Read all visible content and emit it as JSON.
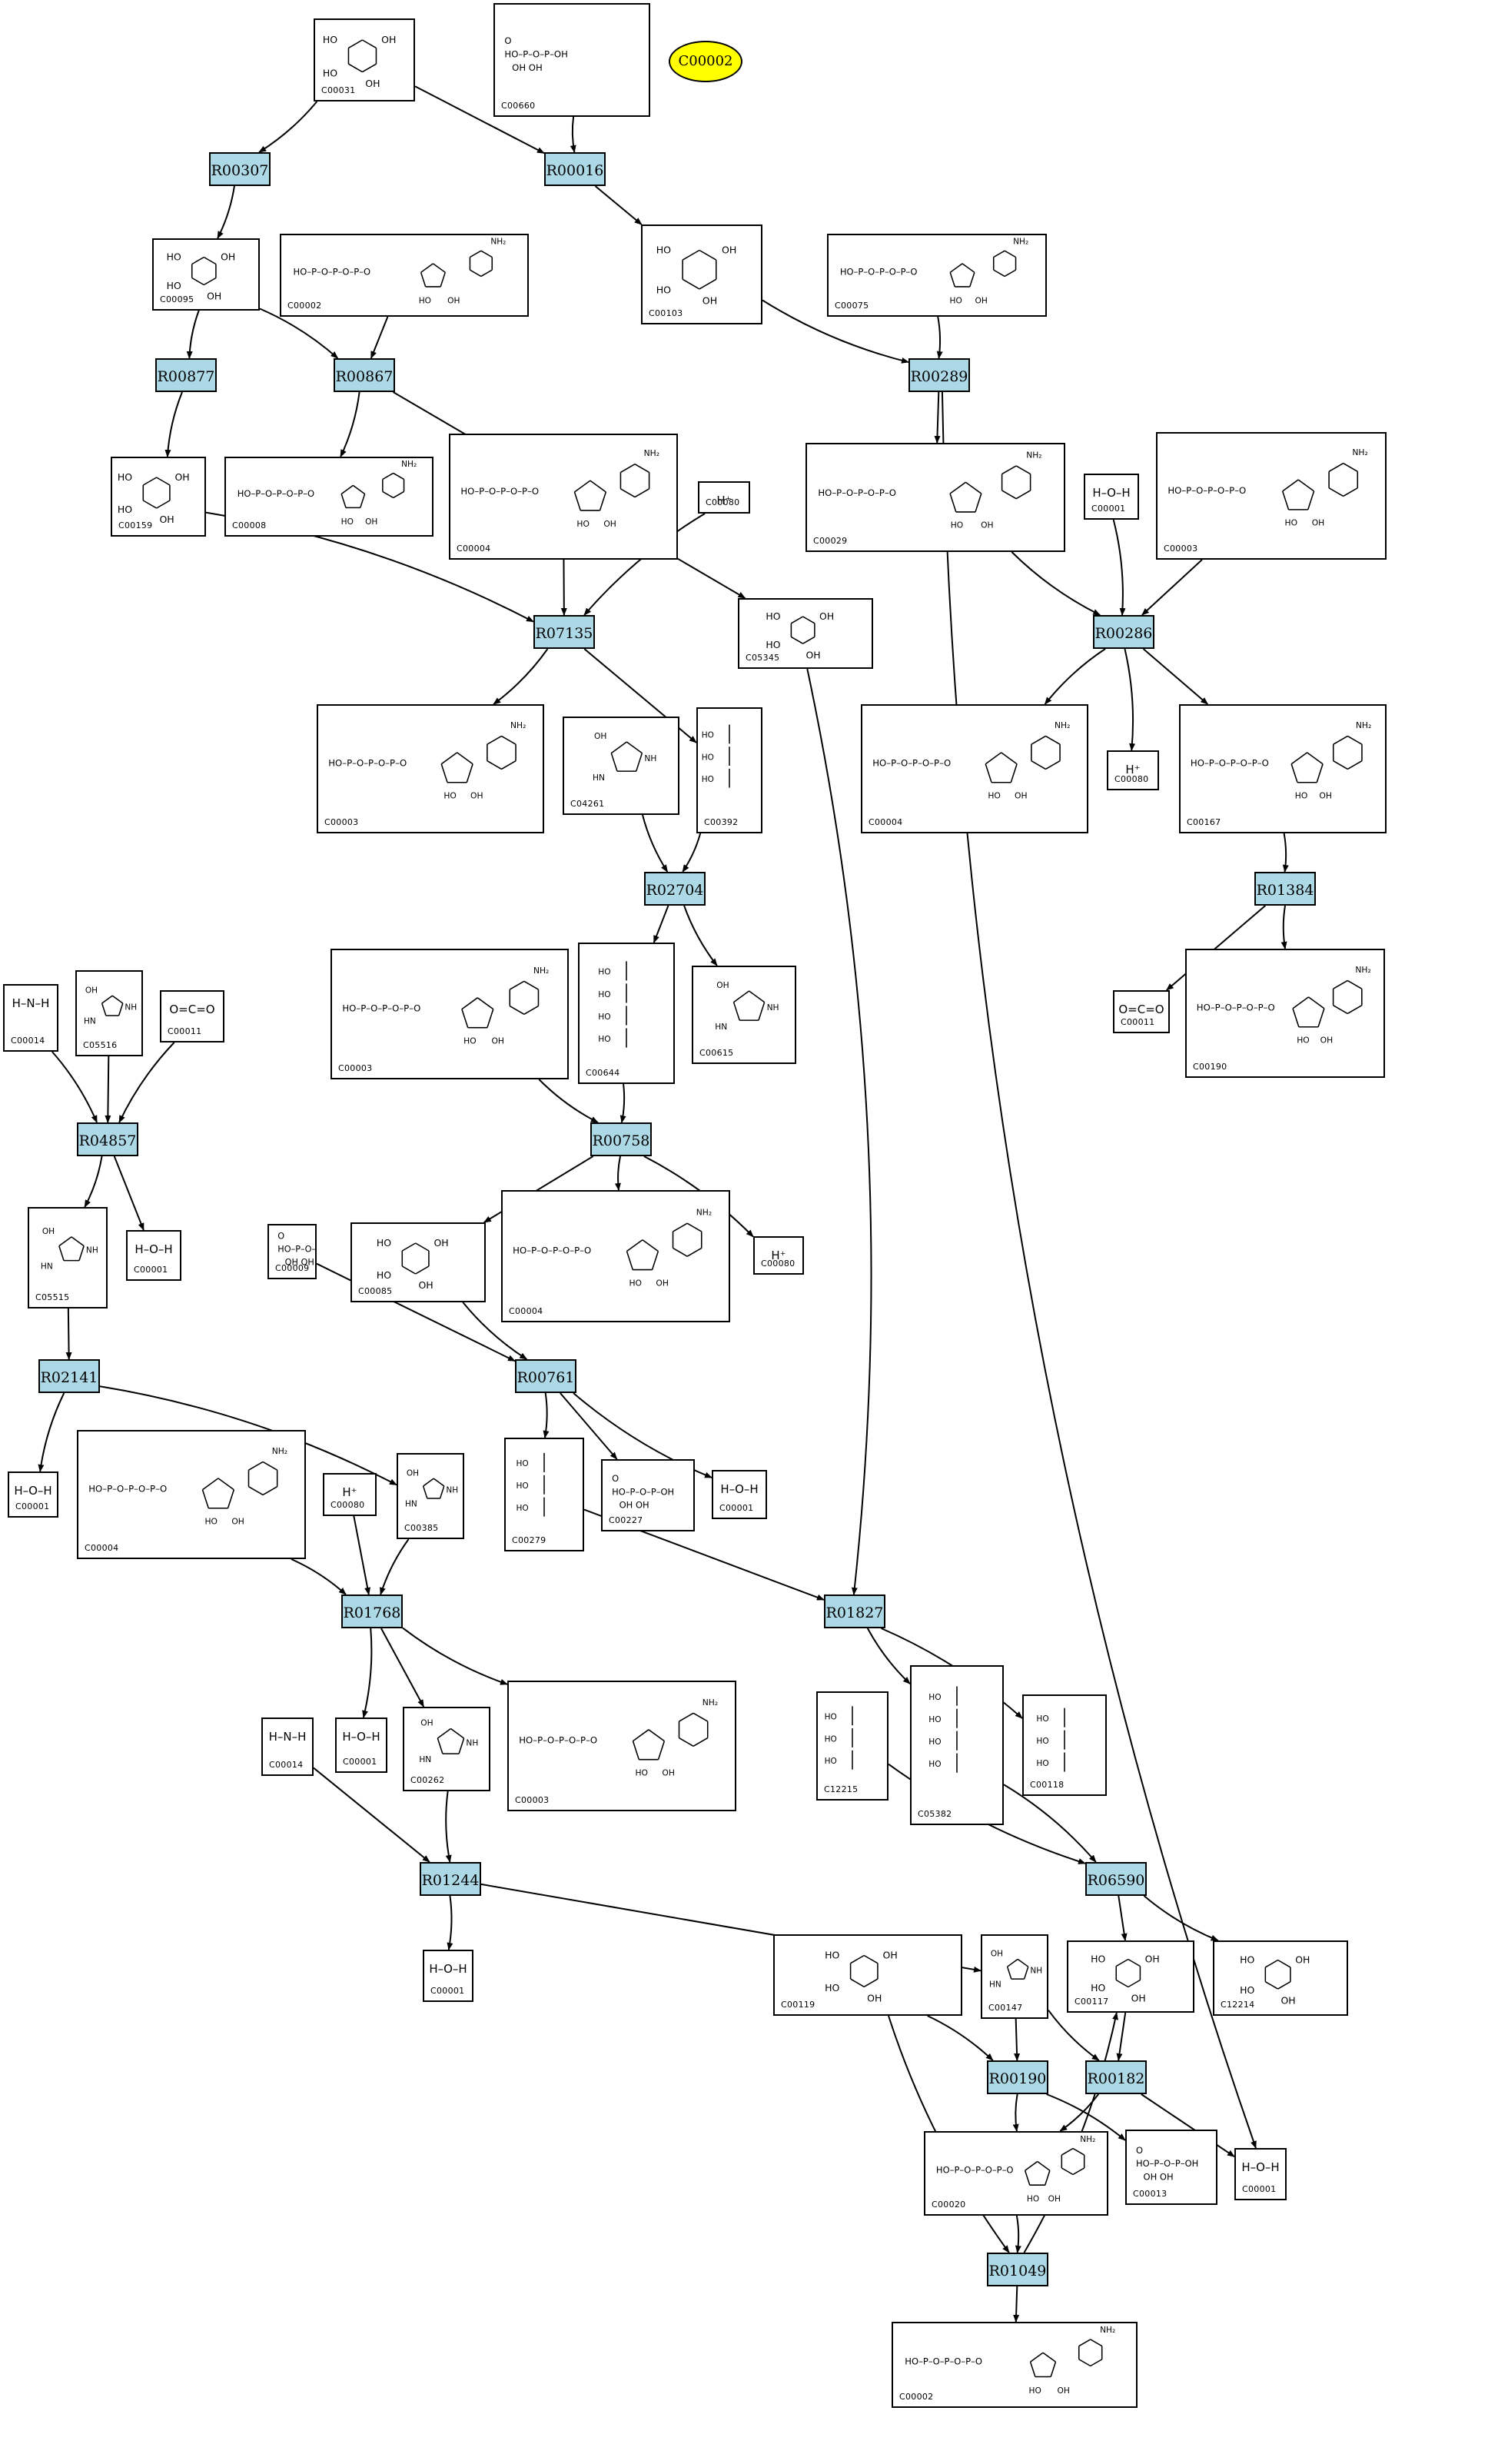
{
  "title_node": {
    "label": "C00002"
  },
  "reactions": [
    "R00307",
    "R00016",
    "R00877",
    "R00867",
    "R00289",
    "R07135",
    "R00286",
    "R02704",
    "R01384",
    "R04857",
    "R00758",
    "R02141",
    "R00761",
    "R01768",
    "R01827",
    "R01244",
    "R06590",
    "R00190",
    "R00182",
    "R01049"
  ],
  "compounds": [
    {
      "id": "C00031",
      "formula": ""
    },
    {
      "id": "C00660",
      "formula": ""
    },
    {
      "id": "C00095",
      "formula": ""
    },
    {
      "id": "C00002",
      "formula": ""
    },
    {
      "id": "C00103",
      "formula": ""
    },
    {
      "id": "C00075",
      "formula": ""
    },
    {
      "id": "C00159",
      "formula": ""
    },
    {
      "id": "C00008",
      "formula": ""
    },
    {
      "id": "C00004",
      "formula": ""
    },
    {
      "id": "C00080",
      "formula": "H⁺"
    },
    {
      "id": "C00029",
      "formula": ""
    },
    {
      "id": "C00001",
      "formula": "H–O–H"
    },
    {
      "id": "C00003",
      "formula": ""
    },
    {
      "id": "C05345",
      "formula": ""
    },
    {
      "id": "C00003",
      "formula": ""
    },
    {
      "id": "C04261",
      "formula": ""
    },
    {
      "id": "C00392",
      "formula": ""
    },
    {
      "id": "C00004",
      "formula": ""
    },
    {
      "id": "C00080",
      "formula": "H⁺"
    },
    {
      "id": "C00167",
      "formula": ""
    },
    {
      "id": "C00003",
      "formula": ""
    },
    {
      "id": "C00644",
      "formula": ""
    },
    {
      "id": "C00615",
      "formula": ""
    },
    {
      "id": "C00014",
      "formula": "H–N–H"
    },
    {
      "id": "C05516",
      "formula": ""
    },
    {
      "id": "C00011",
      "formula": "O=C=O"
    },
    {
      "id": "C00011",
      "formula": "O=C=O"
    },
    {
      "id": "C00190",
      "formula": ""
    },
    {
      "id": "C05515",
      "formula": ""
    },
    {
      "id": "C00001",
      "formula": "H–O–H"
    },
    {
      "id": "C00009",
      "formula": ""
    },
    {
      "id": "C00085",
      "formula": ""
    },
    {
      "id": "C00004",
      "formula": ""
    },
    {
      "id": "C00080",
      "formula": "H⁺"
    },
    {
      "id": "C00001",
      "formula": "H–O–H"
    },
    {
      "id": "C00004",
      "formula": ""
    },
    {
      "id": "C00080",
      "formula": "H⁺"
    },
    {
      "id": "C00385",
      "formula": ""
    },
    {
      "id": "C00279",
      "formula": ""
    },
    {
      "id": "C00227",
      "formula": ""
    },
    {
      "id": "C00001",
      "formula": "H–O–H"
    },
    {
      "id": "C00014",
      "formula": "H–N–H"
    },
    {
      "id": "C00001",
      "formula": "H–O–H"
    },
    {
      "id": "C00262",
      "formula": ""
    },
    {
      "id": "C00003",
      "formula": ""
    },
    {
      "id": "C12215",
      "formula": ""
    },
    {
      "id": "C05382",
      "formula": ""
    },
    {
      "id": "C00118",
      "formula": ""
    },
    {
      "id": "C00001",
      "formula": "H–O–H"
    },
    {
      "id": "C00119",
      "formula": ""
    },
    {
      "id": "C00147",
      "formula": ""
    },
    {
      "id": "C00117",
      "formula": ""
    },
    {
      "id": "C12214",
      "formula": ""
    },
    {
      "id": "C00020",
      "formula": ""
    },
    {
      "id": "C00013",
      "formula": ""
    },
    {
      "id": "C00001",
      "formula": "H–O–H"
    },
    {
      "id": "C00002",
      "formula": ""
    }
  ]
}
